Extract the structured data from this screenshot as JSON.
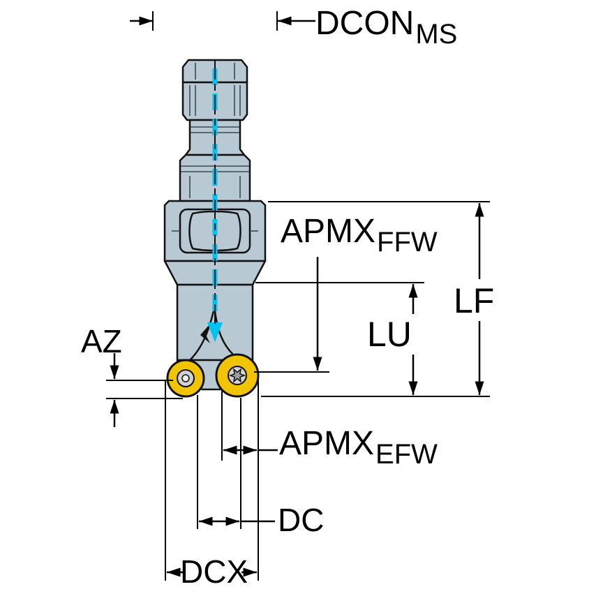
{
  "diagram": {
    "type": "technical-dimension-diagram",
    "subject": "round-insert ball nose milling cutter, side view with dimension callouts",
    "colors": {
      "background": "#ffffff",
      "tool_fill": "#b9c9d4",
      "insert_fill": "#f2c400",
      "screw_fill": "#d2d2d2",
      "torx_fill": "#9aa1a6",
      "coolant": "#00c1ef",
      "line": "#000000"
    },
    "labels": {
      "dcon": {
        "main": "DCON",
        "sub": "MS"
      },
      "apmx_ffw": {
        "main": "APMX",
        "sub": "FFW"
      },
      "lf": {
        "text": "LF"
      },
      "lu": {
        "text": "LU"
      },
      "az": {
        "text": "AZ"
      },
      "apmx_efw": {
        "main": "APMX",
        "sub": "EFW"
      },
      "dc": {
        "text": "DC"
      },
      "dcx": {
        "text": "DCX"
      }
    }
  }
}
